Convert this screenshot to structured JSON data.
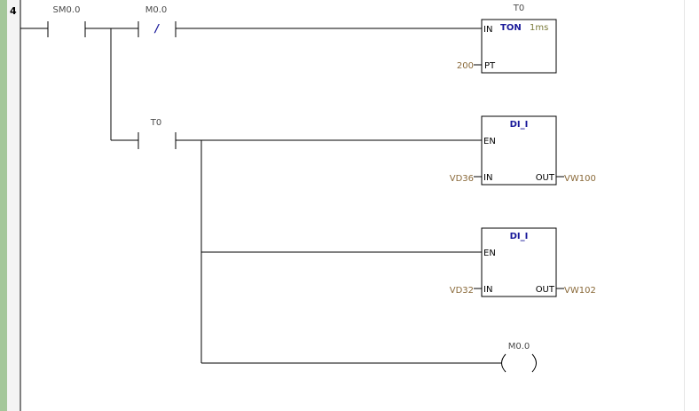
{
  "network": {
    "number": "4"
  },
  "contacts": [
    {
      "operand": "SM0.0"
    },
    {
      "operand": "M0.0",
      "negated_symbol": "/"
    },
    {
      "operand": "T0"
    }
  ],
  "timer": {
    "operand": "T0",
    "type": "TON",
    "resolution": "1ms",
    "pin_in": "IN",
    "pin_pt": "PT",
    "pt_value": "200"
  },
  "blocks": [
    {
      "title": "DI_I",
      "pin_en": "EN",
      "pin_in": "IN",
      "pin_out": "OUT",
      "in_operand": "VD36",
      "out_operand": "VW100"
    },
    {
      "title": "DI_I",
      "pin_en": "EN",
      "pin_in": "IN",
      "pin_out": "OUT",
      "in_operand": "VD32",
      "out_operand": "VW102"
    }
  ],
  "coil": {
    "operand": "M0.0"
  }
}
